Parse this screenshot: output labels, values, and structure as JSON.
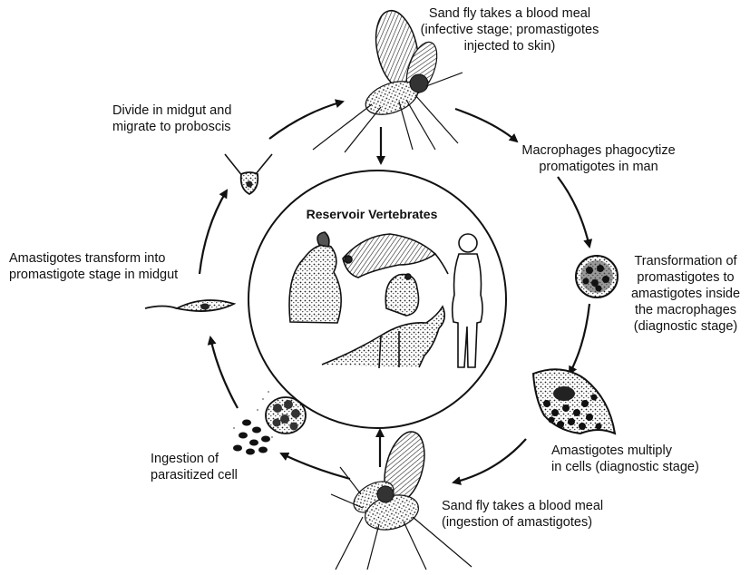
{
  "center": {
    "title": "Reservoir Vertebrates"
  },
  "steps": [
    {
      "id": "sandfly-top",
      "lines": [
        "Sand fly takes a blood meal",
        "(infective stage; promastigotes",
        "injected to skin)"
      ]
    },
    {
      "id": "macrophages",
      "lines": [
        "Macrophages phagocytize",
        "promatigotes in man"
      ]
    },
    {
      "id": "transformation",
      "lines": [
        "Transformation of",
        "promastigotes to",
        "amastigotes inside",
        "the macrophages",
        "(diagnostic stage)"
      ]
    },
    {
      "id": "multiply",
      "lines": [
        "Amastigotes multiply",
        "in cells (diagnostic stage)"
      ]
    },
    {
      "id": "sandfly-bottom",
      "lines": [
        "Sand fly takes a blood meal",
        "(ingestion of amastigotes)"
      ]
    },
    {
      "id": "ingestion",
      "lines": [
        "Ingestion of",
        "parasitized cell"
      ]
    },
    {
      "id": "amastigotes-transform",
      "lines": [
        "Amastigotes transform into",
        "promastigote stage in midgut"
      ]
    },
    {
      "id": "divide",
      "lines": [
        "Divide in midgut and",
        "migrate to proboscis"
      ]
    }
  ],
  "colors": {
    "ink": "#111111",
    "background": "#ffffff",
    "cell_fill": "#8a8a8a"
  }
}
